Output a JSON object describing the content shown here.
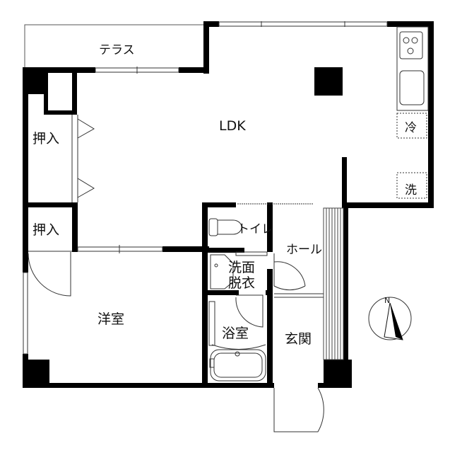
{
  "rooms": {
    "terrace": "テラス",
    "ldk": "LDK",
    "closet_upper": "押入",
    "closet_lower": "押入",
    "refrigerator": "冷",
    "washer": "洗",
    "toilet": "トイレ",
    "hall": "ホール",
    "washroom_line1": "洗面",
    "washroom_line2": "脱衣",
    "bathroom": "浴室",
    "entrance": "玄関",
    "western_room": "洋室"
  },
  "compass": {
    "label": "N"
  },
  "colors": {
    "wall": "#000000",
    "line": "#333333"
  }
}
